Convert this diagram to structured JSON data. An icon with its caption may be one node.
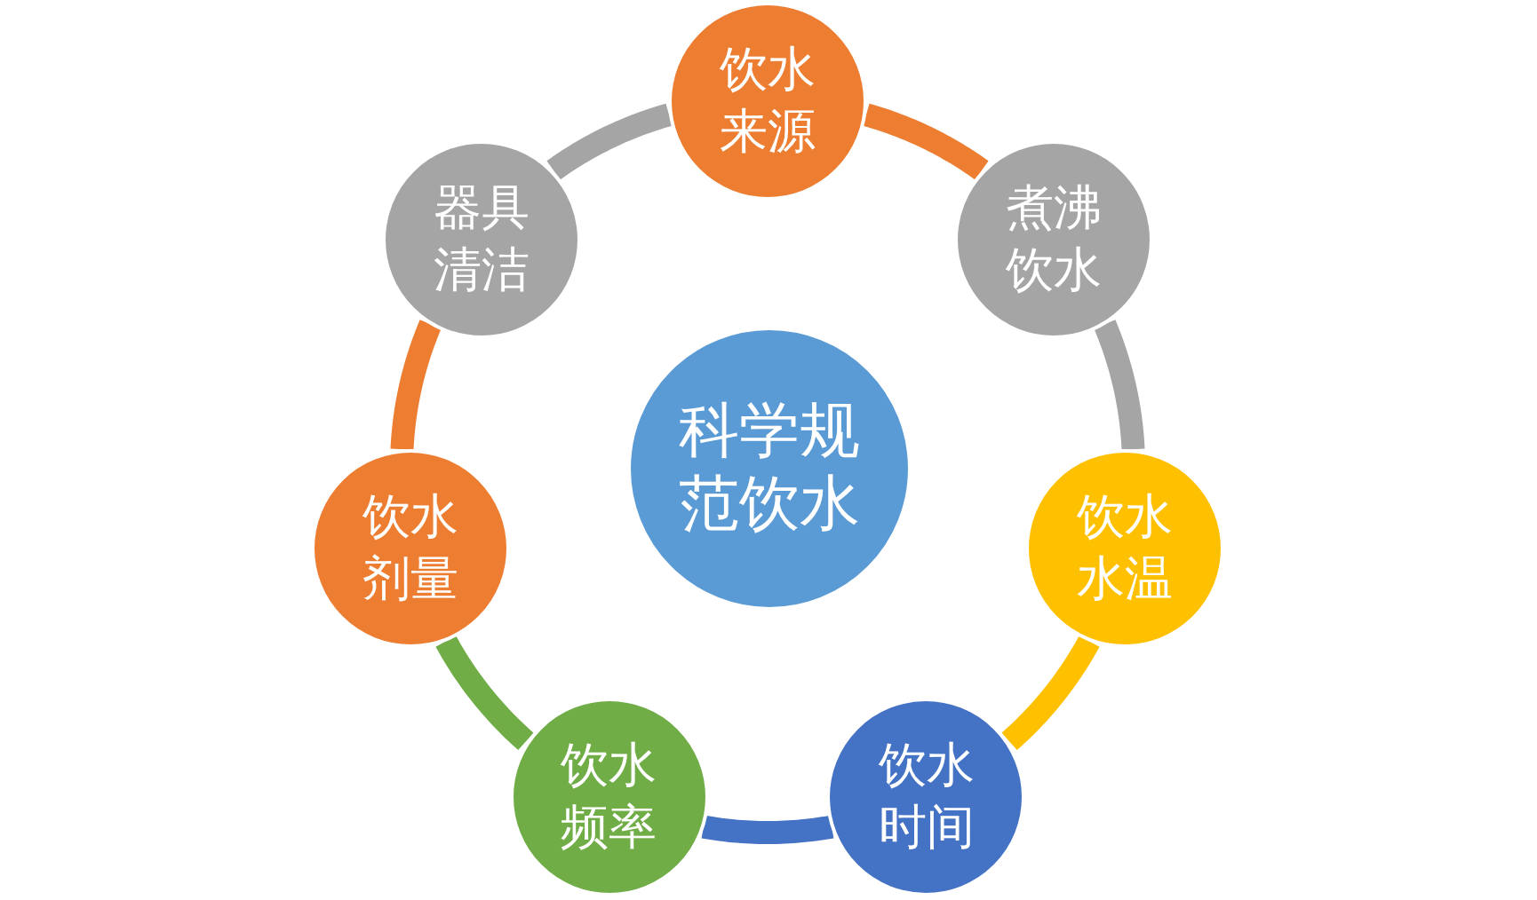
{
  "diagram": {
    "nodes": [
      {
        "text": [
          "科学规范饮水"
        ]
      },
      {
        "text": [
          "饮水来源"
        ]
      },
      {
        "text": [
          "煮沸饮水"
        ]
      },
      {
        "text": [
          "饮水水温"
        ]
      },
      {
        "text": [
          "饮水时间"
        ]
      },
      {
        "text": [
          "饮水频率"
        ]
      },
      {
        "text": [
          "饮水剂量"
        ]
      },
      {
        "text": [
          "器具清洁"
        ]
      }
    ],
    "edges": [
      {
        "from": 1,
        "to": 2,
        "arrow": "none",
        "color": "#ed7d31"
      },
      {
        "from": 2,
        "to": 3,
        "arrow": "none",
        "color": "#a5a5a5"
      },
      {
        "from": 3,
        "to": 4,
        "arrow": "none",
        "color": "#ffc000"
      },
      {
        "from": 4,
        "to": 5,
        "arrow": "none",
        "color": "#4472c4"
      },
      {
        "from": 5,
        "to": 6,
        "arrow": "none",
        "color": "#70ad47"
      },
      {
        "from": 6,
        "to": 7,
        "arrow": "none",
        "color": "#ed7d31"
      },
      {
        "from": 7,
        "to": 1,
        "arrow": "none",
        "color": "#a5a5a5"
      }
    ]
  }
}
